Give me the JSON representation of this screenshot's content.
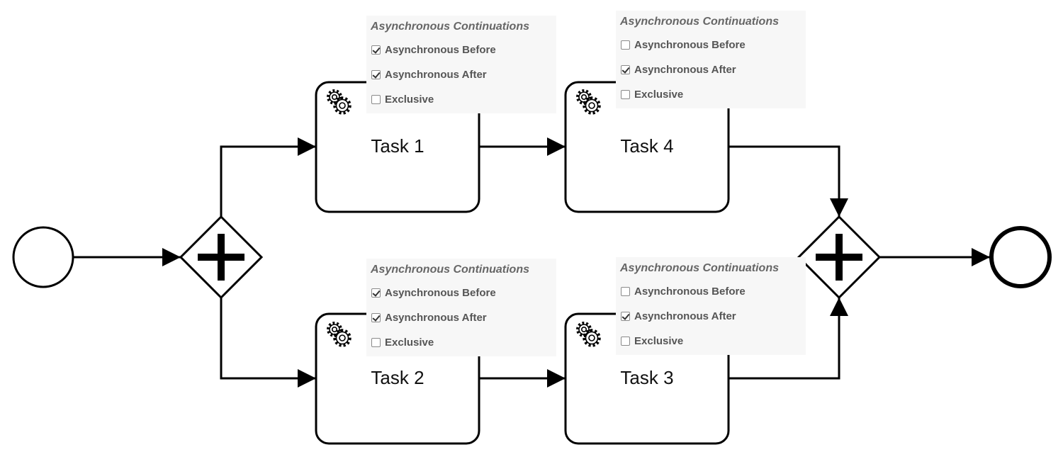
{
  "tasks": [
    {
      "label": "Task 1"
    },
    {
      "label": "Task 4"
    },
    {
      "label": "Task 2"
    },
    {
      "label": "Task 3"
    }
  ],
  "panels": [
    {
      "title": "Asynchronous Continuations",
      "options": [
        {
          "label": "Asynchronous Before",
          "checked": true
        },
        {
          "label": "Asynchronous After",
          "checked": true
        },
        {
          "label": "Exclusive",
          "checked": false
        }
      ]
    },
    {
      "title": "Asynchronous Continuations",
      "options": [
        {
          "label": "Asynchronous Before",
          "checked": false
        },
        {
          "label": "Asynchronous After",
          "checked": true
        },
        {
          "label": "Exclusive",
          "checked": false
        }
      ]
    },
    {
      "title": "Asynchronous Continuations",
      "options": [
        {
          "label": "Asynchronous Before",
          "checked": true
        },
        {
          "label": "Asynchronous After",
          "checked": true
        },
        {
          "label": "Exclusive",
          "checked": false
        }
      ]
    },
    {
      "title": "Asynchronous Continuations",
      "options": [
        {
          "label": "Asynchronous Before",
          "checked": false
        },
        {
          "label": "Asynchronous After",
          "checked": true
        },
        {
          "label": "Exclusive",
          "checked": false
        }
      ]
    }
  ],
  "icons": {
    "start_event": "start-event-icon",
    "end_event": "end-event-icon",
    "parallel_gateway": "parallel-gateway-icon",
    "service_task": "gear-icon"
  },
  "colors": {
    "stroke": "#000000",
    "panel_background": "#f7f7f7",
    "panel_title": "#666666",
    "option_text": "#555555"
  }
}
